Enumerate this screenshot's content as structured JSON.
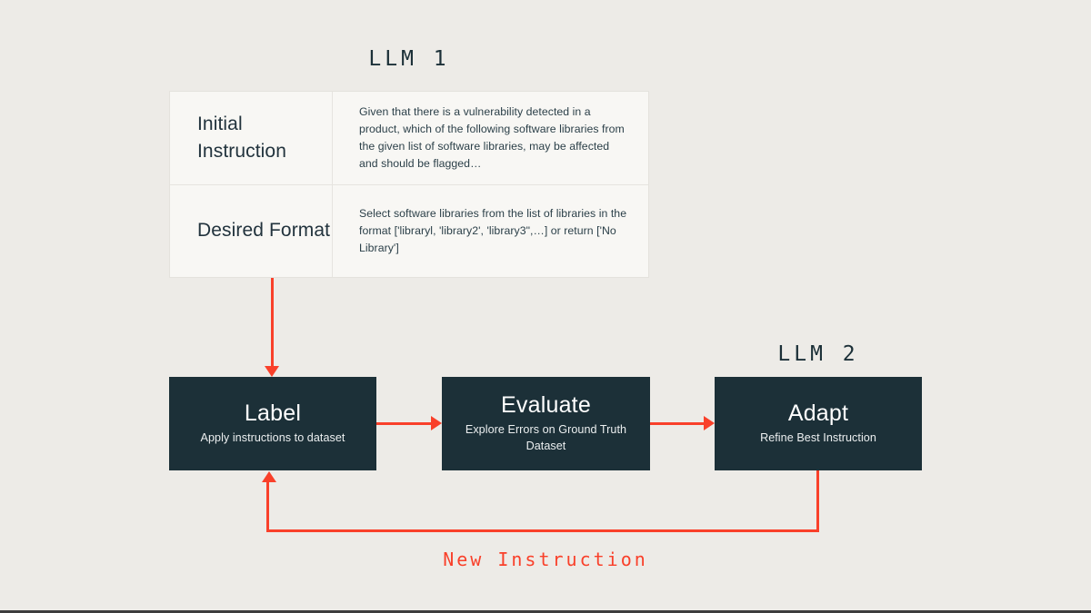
{
  "diagram": {
    "background_color": "#edebe7",
    "accent_color": "#f9402a",
    "box_color": "#1c3038",
    "llm1_title": "LLM 1",
    "llm2_title": "LLM 2",
    "feedback_caption": "New Instruction"
  },
  "instruction_table": {
    "rows": [
      {
        "label": "Initial Instruction",
        "text": "Given that there is a vulnerability detected in a product, which of the following software libraries from the given list of software libraries, may be affected and should be flagged…"
      },
      {
        "label": "Desired Format",
        "text": "Select software libraries from the list of libraries in the format ['libraryl, 'library2', 'library3\",…] or return ['No Library']"
      }
    ]
  },
  "process_steps": [
    {
      "title": "Label",
      "subtitle": "Apply instructions to dataset"
    },
    {
      "title": "Evaluate",
      "subtitle": "Explore Errors on Ground Truth Dataset"
    },
    {
      "title": "Adapt",
      "subtitle": "Refine Best Instruction"
    }
  ]
}
